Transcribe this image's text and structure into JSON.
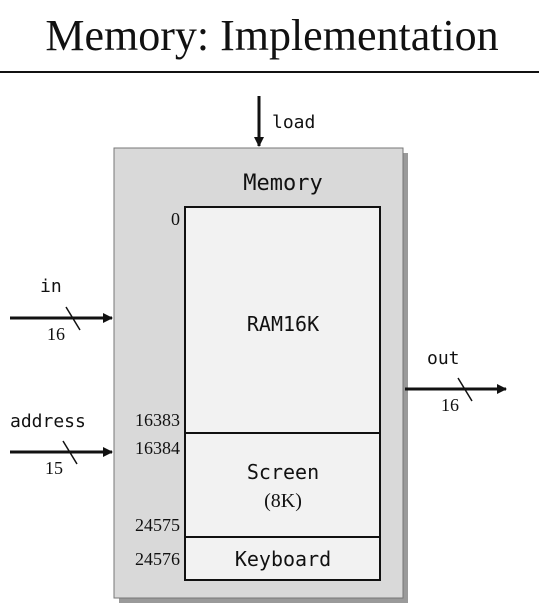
{
  "title": "Memory: Implementation",
  "diagram": {
    "chip_label": "Memory",
    "inputs": {
      "load": "load",
      "in": "in",
      "in_width": "16",
      "address": "address",
      "address_width": "15"
    },
    "outputs": {
      "out": "out",
      "out_width": "16"
    },
    "blocks": {
      "ram_label": "RAM16K",
      "screen_label": "Screen",
      "screen_size": "(8K)",
      "keyboard_label": "Keyboard"
    },
    "addresses": {
      "ram_start": "0",
      "ram_end": "16383",
      "screen_start": "16384",
      "screen_end": "24575",
      "keyboard_addr": "24576"
    },
    "colors": {
      "chip_fill": "#d9d9d9",
      "block_fill": "#f2f2f2",
      "stroke": "#111111",
      "shadow": "#9a9a9a"
    }
  }
}
